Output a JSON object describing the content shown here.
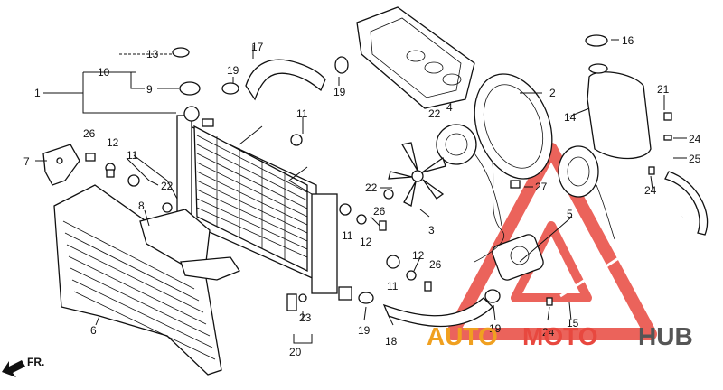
{
  "diagram": {
    "callouts": [
      {
        "id": "c1",
        "text": "1"
      },
      {
        "id": "c2",
        "text": "2"
      },
      {
        "id": "c3",
        "text": "3"
      },
      {
        "id": "c4",
        "text": "4"
      },
      {
        "id": "c5",
        "text": "5"
      },
      {
        "id": "c6",
        "text": "6"
      },
      {
        "id": "c7",
        "text": "7"
      },
      {
        "id": "c8",
        "text": "8"
      },
      {
        "id": "c9",
        "text": "9"
      },
      {
        "id": "c10",
        "text": "10"
      },
      {
        "id": "c11a",
        "text": "11"
      },
      {
        "id": "c11b",
        "text": "11"
      },
      {
        "id": "c11c",
        "text": "11"
      },
      {
        "id": "c11d",
        "text": "11"
      },
      {
        "id": "c12a",
        "text": "12"
      },
      {
        "id": "c12b",
        "text": "12"
      },
      {
        "id": "c12c",
        "text": "12"
      },
      {
        "id": "c13",
        "text": "13"
      },
      {
        "id": "c14",
        "text": "14"
      },
      {
        "id": "c15",
        "text": "15"
      },
      {
        "id": "c16",
        "text": "16"
      },
      {
        "id": "c17",
        "text": "17"
      },
      {
        "id": "c18",
        "text": "18"
      },
      {
        "id": "c19a",
        "text": "19"
      },
      {
        "id": "c19b",
        "text": "19"
      },
      {
        "id": "c19c",
        "text": "19"
      },
      {
        "id": "c19d",
        "text": "19"
      },
      {
        "id": "c20",
        "text": "20"
      },
      {
        "id": "c21",
        "text": "21"
      },
      {
        "id": "c22a",
        "text": "22"
      },
      {
        "id": "c22b",
        "text": "22"
      },
      {
        "id": "c22c",
        "text": "22"
      },
      {
        "id": "c23",
        "text": "23"
      },
      {
        "id": "c24a",
        "text": "24"
      },
      {
        "id": "c24b",
        "text": "24"
      },
      {
        "id": "c24c",
        "text": "24"
      },
      {
        "id": "c25",
        "text": "25"
      },
      {
        "id": "c26a",
        "text": "26"
      },
      {
        "id": "c26b",
        "text": "26"
      },
      {
        "id": "c26c",
        "text": "26"
      },
      {
        "id": "c27",
        "text": "27"
      }
    ],
    "direction_label": "FR.",
    "watermark": {
      "part1": "AUTO",
      "part2": "MOTO",
      "part3": "HUB"
    },
    "colors": {
      "line": "#111111",
      "watermark_red": "#e8483f",
      "watermark_orange": "#f0a020",
      "watermark_gray": "#555555"
    }
  }
}
